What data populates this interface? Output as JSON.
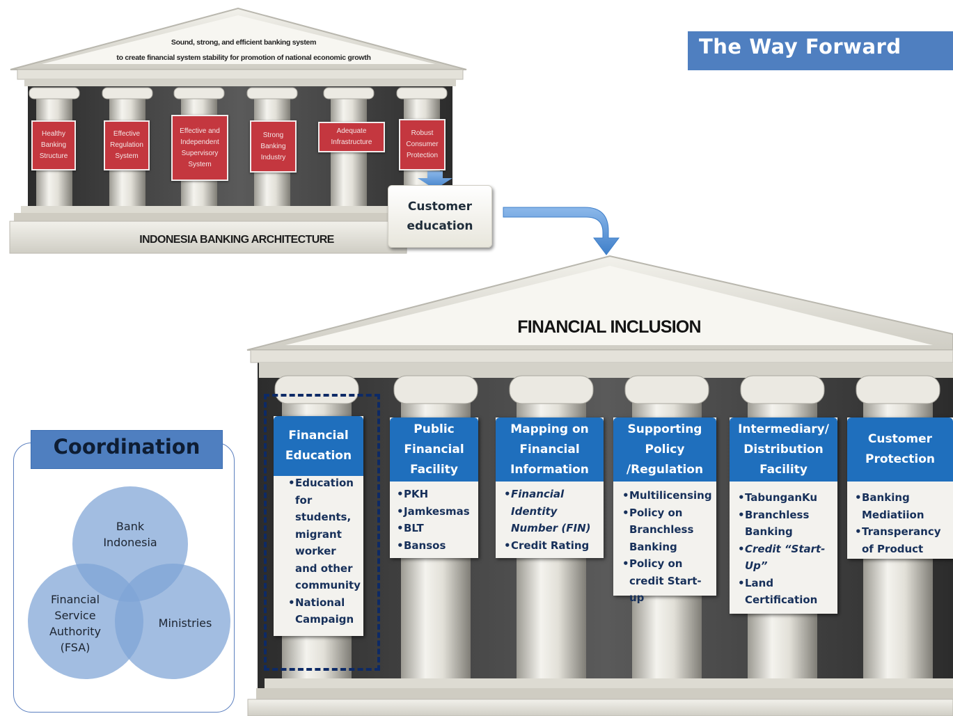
{
  "title": "The Way Forward",
  "top_architecture": {
    "pediment_line1": "Sound, strong, and efficient banking system",
    "pediment_line2": "to create financial system stability for promotion of national economic growth",
    "pillars": [
      "Healthy Banking Structure",
      "Effective Regulation System",
      "Effective and Independent Supervisory System",
      "Strong Banking Industry",
      "Adequate Infrastructure",
      "Robust Consumer Protection"
    ],
    "base_label": "INDONESIA BANKING ARCHITECTURE",
    "callout": "Customer education"
  },
  "financial_inclusion": {
    "title": "FINANCIAL INCLUSION",
    "pillars": [
      {
        "title": "Financial Education",
        "items": [
          "Education for students, migrant worker and other community",
          "National Campaign"
        ]
      },
      {
        "title": "Public Financial Facility",
        "items": [
          "PKH",
          "Jamkesmas",
          "BLT",
          "Bansos"
        ]
      },
      {
        "title": "Mapping on Financial Information",
        "items": [
          "Financial Identity Number (FIN)",
          "Credit Rating"
        ]
      },
      {
        "title": "Supporting Policy /Regulation",
        "items": [
          "Multilicensing",
          "Policy on Branchless Banking",
          "Policy on credit Start-up"
        ]
      },
      {
        "title": "Intermediary/ Distribution Facility",
        "items": [
          "TabunganKu",
          "Branchless Banking",
          "Credit “Start-Up”",
          "Land Certification"
        ]
      },
      {
        "title": "Customer Protection",
        "items": [
          "Banking Mediatiion",
          "Transperancy of Product"
        ]
      }
    ]
  },
  "coordination": {
    "title": "Coordination",
    "circles": [
      "Bank Indonesia",
      "Financial Service Authority (FSA)",
      "Ministries"
    ]
  },
  "colors": {
    "pillar_red": "#c4373f",
    "card_blue": "#1f6fbd",
    "title_blue": "#4f7fc0",
    "venn_blue": "#7ea3d6",
    "dash_navy": "#0d2a66"
  }
}
